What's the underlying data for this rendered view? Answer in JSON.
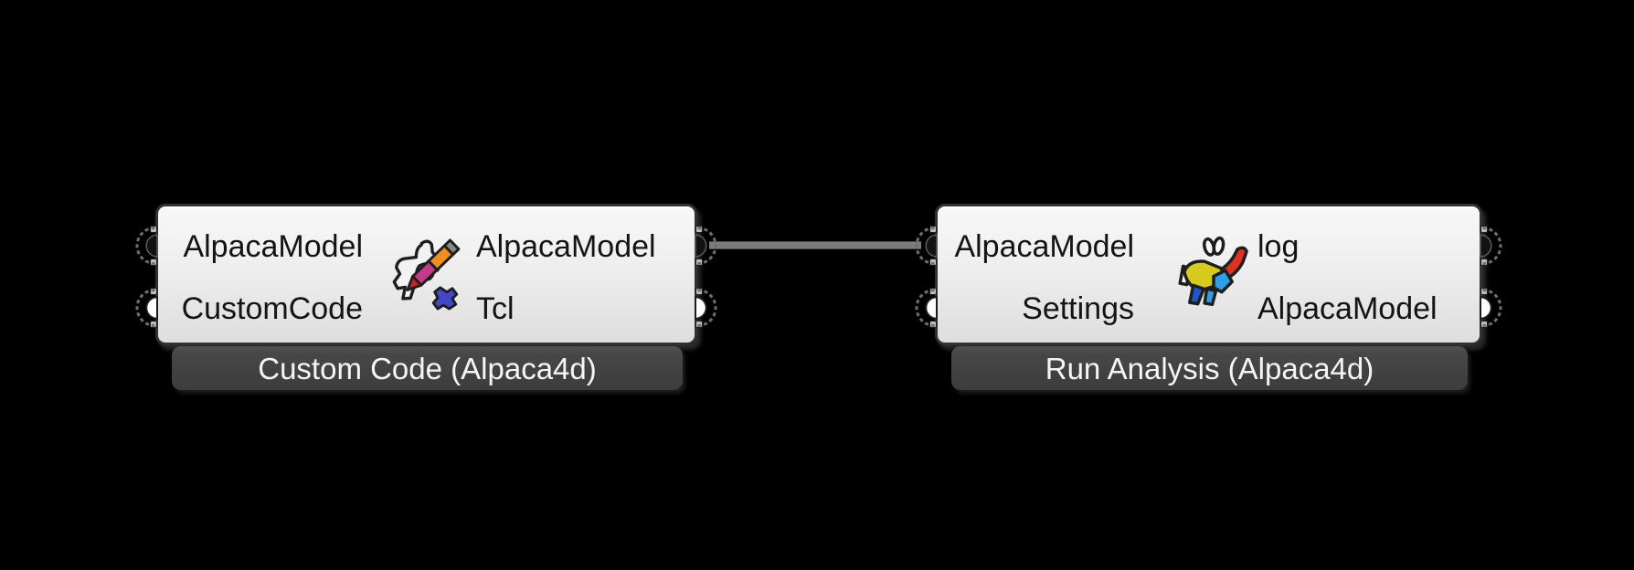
{
  "canvas": {
    "background_color": "#000000"
  },
  "colors": {
    "component_body_top": "#f8f8f8",
    "component_body_bottom": "#dedede",
    "component_border": "#313131",
    "banner_background": "#3f3f3f",
    "banner_text": "#f5f5f5",
    "param_text": "#141414",
    "wire": "#7b7b7b",
    "port_grip_filled": "#ffffff",
    "custom_code_icon_accents": [
      "#ef8f1f",
      "#c63a8a",
      "#cf2020",
      "#3aa7e8",
      "#4348c8"
    ],
    "run_analysis_icon_accents": [
      "#d6ca1e",
      "#e03020",
      "#2e9fe6",
      "#2255cc"
    ]
  },
  "components": [
    {
      "title": "Custom Code (Alpaca4d)",
      "icon": "custom-code-icon",
      "inputs": [
        {
          "label": "AlpacaModel",
          "grip": "hollow"
        },
        {
          "label": "CustomCode",
          "grip": "filled"
        }
      ],
      "outputs": [
        {
          "label": "AlpacaModel",
          "grip": "hollow"
        },
        {
          "label": "Tcl",
          "grip": "filled"
        }
      ]
    },
    {
      "title": "Run Analysis (Alpaca4d)",
      "icon": "run-analysis-icon",
      "inputs": [
        {
          "label": "AlpacaModel",
          "grip": "hollow"
        },
        {
          "label": "Settings",
          "grip": "filled"
        }
      ],
      "outputs": [
        {
          "label": "log",
          "grip": "hollow"
        },
        {
          "label": "AlpacaModel",
          "grip": "filled"
        }
      ]
    }
  ],
  "wires": [
    {
      "from": "Custom Code (Alpaca4d) / output AlpacaModel",
      "to": "Run Analysis (Alpaca4d) / input AlpacaModel",
      "shape": "straight-horizontal"
    }
  ]
}
